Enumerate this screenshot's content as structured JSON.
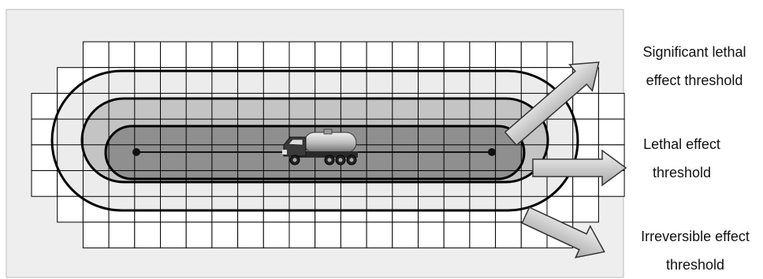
{
  "labels": {
    "significant_lethal": {
      "line1": "Significant lethal",
      "line2": "effect threshold"
    },
    "lethal": {
      "line1": "Lethal effect",
      "line2": "threshold"
    },
    "irreversible": {
      "line1": "Irreversible effect",
      "line2": "threshold"
    }
  },
  "colors": {
    "panel_bg": "#eeeeee",
    "panel_border": "#bbbbbb",
    "grid_fill": "#ffffff",
    "grid_line": "#000000",
    "zone_irreversible": "#ececec",
    "zone_lethal": "#c4c4c4",
    "zone_significant_lethal": "#8f8f8f",
    "arrow_fill": "#d0d0d0"
  },
  "icons": {
    "vehicle": "tanker-truck-icon",
    "arrow": "arrow-icon"
  }
}
